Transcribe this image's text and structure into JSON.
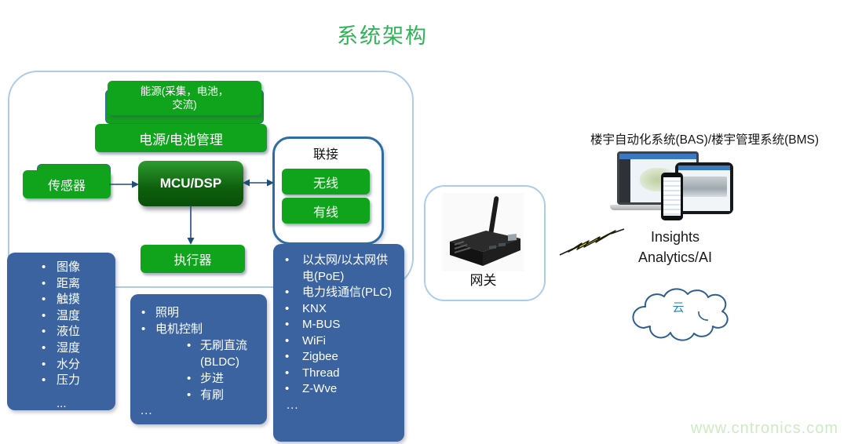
{
  "title": "系统架构",
  "left_panel": {
    "energy_label": "能源(采集，电池，\n交流)",
    "power_label": "电源/电池管理",
    "sensor_label": "传感器",
    "mcu_label": "MCU/DSP",
    "connect": {
      "label": "联接",
      "wireless_label": "无线",
      "wired_label": "有线"
    },
    "actuator_label": "执行器",
    "sensor_types": [
      "图像",
      "距离",
      "触摸",
      "温度",
      "液位",
      "湿度",
      "水分",
      "压力"
    ],
    "sensor_more": "...",
    "actuator_types": [
      "照明",
      "电机控制"
    ],
    "motor_sub_types": [
      "无刷直流 (BLDC)",
      "步进",
      "有刷"
    ],
    "actuator_more": "...",
    "connectivity_types": [
      "以太网/以太网供电(PoE)",
      "电力线通信(PLC)",
      "KNX",
      "M-BUS",
      "WiFi",
      "Zigbee",
      "Thread",
      "Z-Wve"
    ],
    "connectivity_more": "..."
  },
  "gateway": {
    "label": "网关"
  },
  "bms": {
    "header": "楼宇自动化系统(BAS)/楼宇管理系统(BMS)",
    "insights_line1": "Insights",
    "insights_line2": "Analytics/AI",
    "cloud_label": "云"
  },
  "watermark": "www.cntronics.com",
  "colors": {
    "box_green": "#0FA41C",
    "mcu_dark_green": "#0D5F0D",
    "panel_blue": "#3A63A0",
    "accent_blue": "#2E6DA4",
    "container_border_blue": "#AECBEA",
    "title_green": "#2FB457",
    "watermark_green": "#CDEBC2",
    "lightning_yellow": "#FFFF33"
  }
}
